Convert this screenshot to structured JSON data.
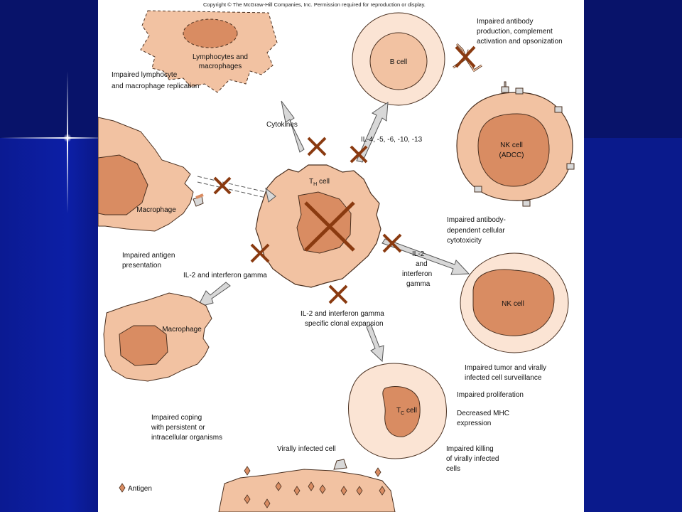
{
  "copyright": "Copyright © The McGraw-Hill Companies, Inc. Permission required for reproduction or display.",
  "cells": {
    "lymph_macro": [
      "Lymphocytes and",
      "macrophages"
    ],
    "b_cell": "B cell",
    "nk_adcc": [
      "NK cell",
      "(ADCC)"
    ],
    "th_cell_main": "T",
    "th_cell_sub": "H",
    "th_cell_tail": " cell",
    "macrophage_1": "Macrophage",
    "macrophage_2": "Macrophage",
    "nk_cell": "NK cell",
    "tc_cell_main": "T",
    "tc_cell_sub": "C",
    "tc_cell_tail": " cell",
    "virally_infected": "Virally infected cell"
  },
  "labels": {
    "cytokines": "Cytokines",
    "il4": "IL-4, -5, -6, -10, -13",
    "il2_ifn_left": "IL-2 and interferon gamma",
    "il2_ifn_right": [
      "IL-2",
      "and",
      "interferon",
      "gamma"
    ],
    "clonal": [
      "IL-2 and interferon gamma",
      "specific clonal expansion"
    ],
    "antigen": "Antigen"
  },
  "effects": {
    "lymph": [
      "Impaired lymphocyte",
      "and macrophage replication"
    ],
    "antibody": [
      "Impaired antibody",
      "production, complement",
      "activation and opsonization"
    ],
    "adcc": [
      "Impaired antibody-",
      "dependent cellular",
      "cytotoxicity"
    ],
    "antigen_pres": [
      "Impaired antigen",
      "presentation"
    ],
    "tumor": [
      "Impaired tumor and virally",
      "infected cell surveillance"
    ],
    "coping": [
      "Impaired coping",
      "with persistent or",
      "intracellular organisms"
    ],
    "prolif": "Impaired proliferation",
    "mhc": [
      "Decreased MHC",
      "expression"
    ],
    "killing": [
      "Impaired killing",
      "of virally infected",
      "cells"
    ]
  },
  "colors": {
    "cell_fill": "#f2c2a2",
    "cell_stroke": "#4a3020",
    "nucleus_fill": "#d98c62",
    "pale_cell": "#fbe4d4",
    "cross": "#8a3a10",
    "arrow": "#d8d8d8"
  }
}
